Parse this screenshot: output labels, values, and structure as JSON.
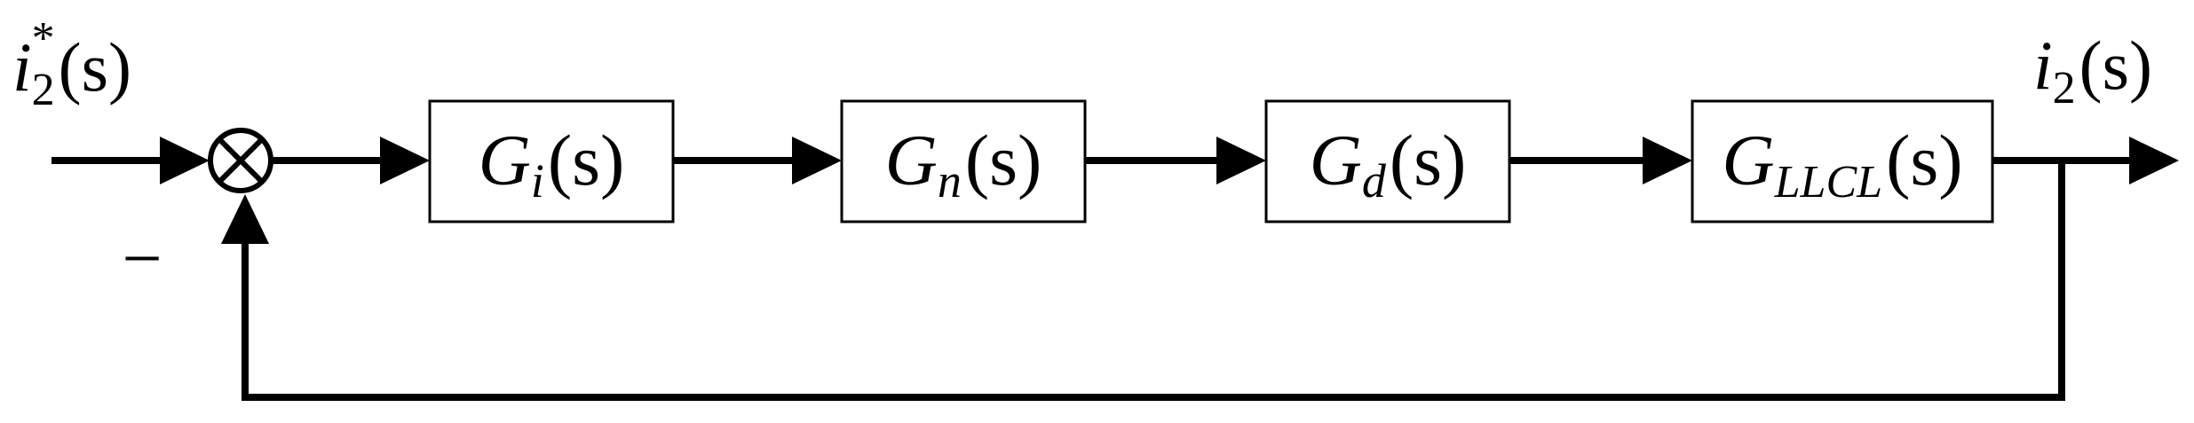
{
  "input_signal": {
    "var": "i",
    "sub": "2",
    "sup": "*",
    "arg": "(s)"
  },
  "output_signal": {
    "var": "i",
    "sub": "2",
    "arg": "(s)"
  },
  "summing_junction": {
    "feedback_sign": "−"
  },
  "blocks": [
    {
      "var": "G",
      "sub": "i",
      "arg": "(s)"
    },
    {
      "var": "G",
      "sub": "n",
      "arg": "(s)"
    },
    {
      "var": "G",
      "sub": "d",
      "arg": "(s)"
    },
    {
      "var": "G",
      "sub": "LLCL",
      "arg": "(s)"
    }
  ],
  "colors": {
    "line": "#000000",
    "background": "#ffffff"
  }
}
